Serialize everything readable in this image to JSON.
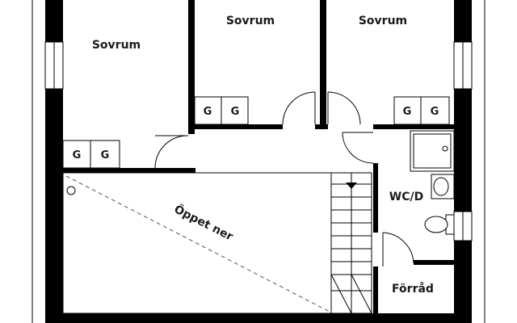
{
  "rooms": {
    "bedroom_left": "Sovrum",
    "bedroom_middle": "Sovrum",
    "bedroom_right": "Sovrum",
    "wc": "WC/D",
    "storage": "Förråd",
    "open_below": "Öppet ner"
  },
  "closets": {
    "middle_a": "G",
    "middle_b": "G",
    "right_a": "G",
    "right_b": "G",
    "left_a": "G",
    "left_b": "G"
  },
  "colors": {
    "wall": "#000000",
    "background": "#ffffff",
    "dashed_line": "#555555"
  }
}
